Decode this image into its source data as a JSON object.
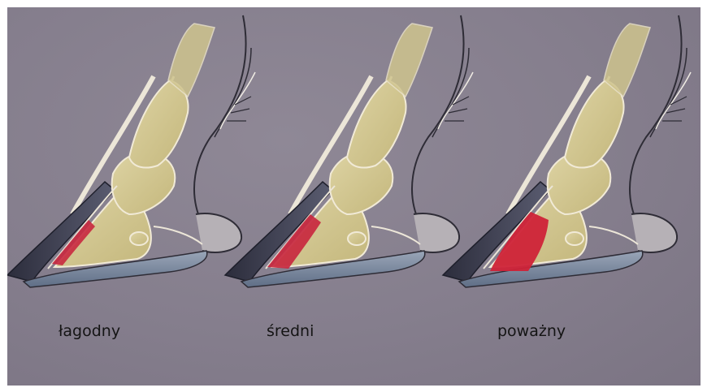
{
  "stages": [
    {
      "label": "łagodny",
      "severity": 0.25
    },
    {
      "label": "średni",
      "severity": 0.55
    },
    {
      "label": "poważny",
      "severity": 1.0
    }
  ],
  "colors": {
    "background": "#857e8d",
    "bone": "#d6c98f",
    "bone_outline": "#f1ead7",
    "wall": "#3d3f52",
    "sole": "#7e8fa6",
    "hemorrhage": "#c8283f"
  }
}
